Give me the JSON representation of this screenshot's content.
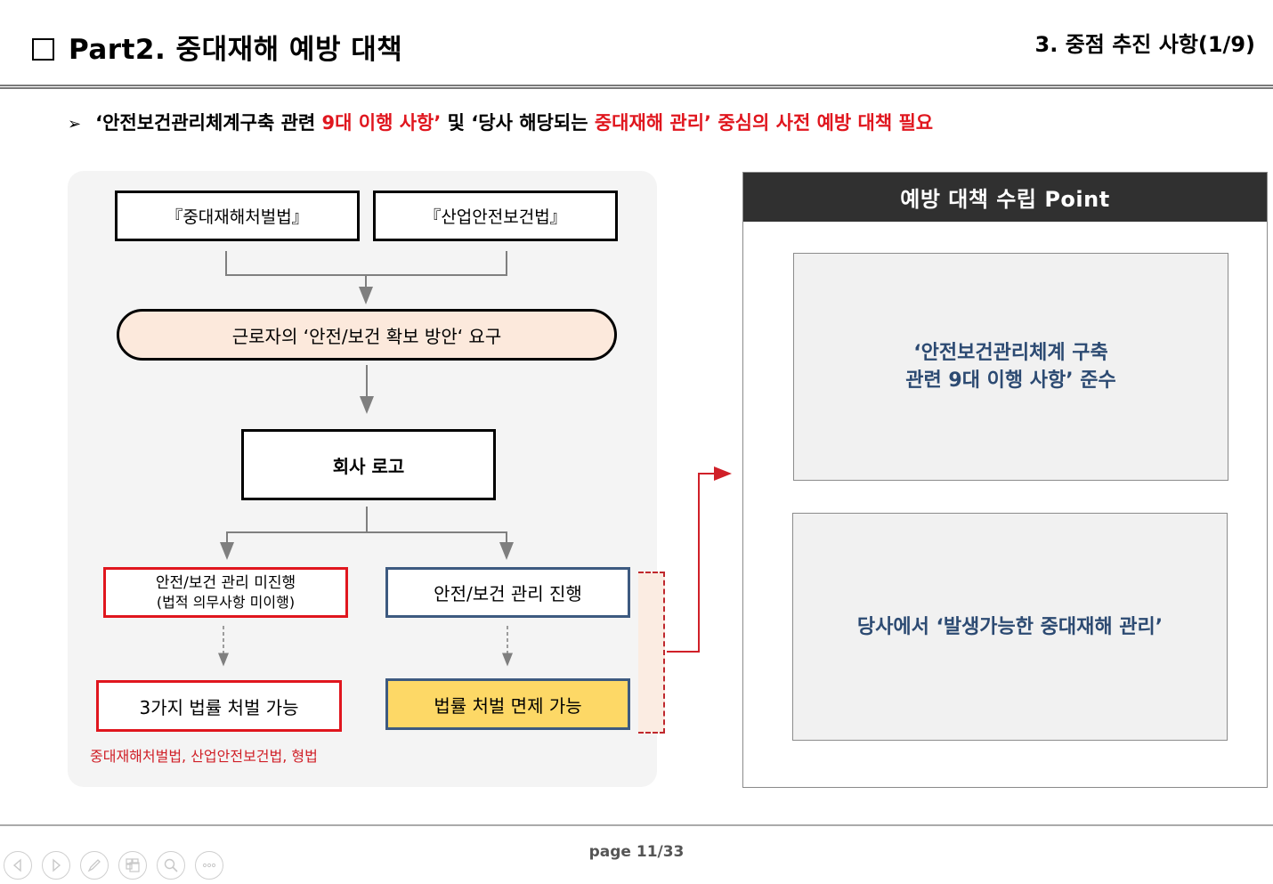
{
  "header": {
    "title": "Part2. 중대재해 예방 대책",
    "section": "3. 중점 추진 사항(1/9)"
  },
  "summary": {
    "bullet_icon": "arrow-bullet-icon",
    "part1": "‘안전보건관리체계구축 관련 ",
    "part2_red": "9대 이행 사항’",
    "part3": " 및 ‘당사 해당되는 ",
    "part4_red": "중대재해 관리’ 중심의 사전 예방 대책 필요"
  },
  "flow": {
    "law1": "『중대재해처벌법』",
    "law2": "『산업안전보건법』",
    "demand": "근로자의 ‘안전/보건 확보 방안‘ 요구",
    "company_logo": "회사 로고",
    "no_management": {
      "line1": "안전/보건 관리 미진행",
      "line2": "(법적 의무사항 미이행)"
    },
    "management": "안전/보건 관리 진행",
    "penalty": "3가지 법률 처벌 가능",
    "exemption": "법률 처벌 면제 가능",
    "laws_note": "중대재해처벌법, 산업안전보건법, 형법"
  },
  "point_panel": {
    "header": "예방 대책 수립 Point",
    "card1": {
      "line1": "‘안전보건관리체계 구축",
      "line2": "관련 9대 이행 사항’ 준수"
    },
    "card2": "당사에서 ‘발생가능한 중대재해 관리’"
  },
  "footer": {
    "page": "page 11/33",
    "controls": [
      "previous-icon",
      "next-icon",
      "pen-icon",
      "slides-grid-icon",
      "zoom-icon",
      "more-icon"
    ]
  },
  "colors": {
    "accent_red": "#e0161e",
    "navy_text": "#2c4a72",
    "navy_border": "#3d5a80",
    "header_dark": "#303030",
    "demand_fill": "#fce9dc",
    "exempt_fill": "#fdd866",
    "panel_bg": "#f4f4f4"
  }
}
